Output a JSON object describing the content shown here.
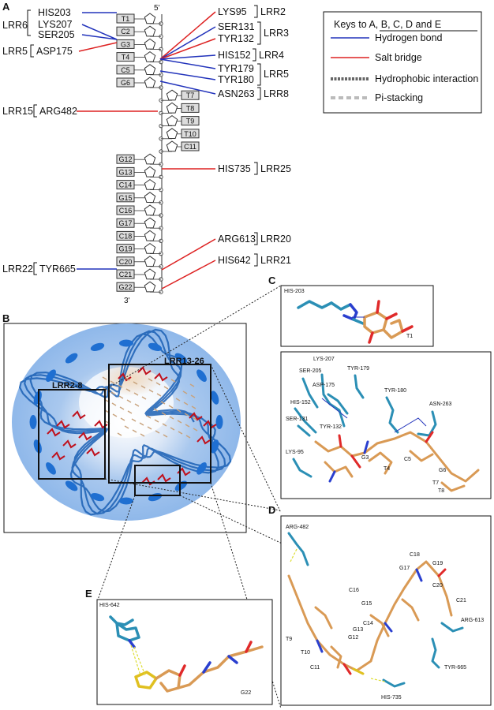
{
  "panels": {
    "a": "A",
    "b": "B",
    "c": "C",
    "d": "D",
    "e": "E"
  },
  "strand": {
    "five_prime": "5'",
    "three_prime": "3'",
    "nucleotides": [
      "T1",
      "C2",
      "G3",
      "T4",
      "C5",
      "G6",
      "T7",
      "T8",
      "T9",
      "T10",
      "C11",
      "G12",
      "G13",
      "C14",
      "G15",
      "C16",
      "G17",
      "C18",
      "G19",
      "C20",
      "C21",
      "G22"
    ]
  },
  "left_interactions": {
    "lrr6": "LRR6",
    "lrr6_residues": [
      "HIS203",
      "LYS207",
      "SER205"
    ],
    "lrr5": "LRR5",
    "asp175": "ASP175",
    "lrr15": "LRR15",
    "arg482": "ARG482",
    "lrr22": "LRR22",
    "tyr665": "TYR665"
  },
  "right_interactions": {
    "lys95": "LYS95",
    "lrr2": "LRR2",
    "ser131": "SER131",
    "tyr132": "TYR132",
    "lrr3": "LRR3",
    "his152": "HIS152",
    "lrr4": "LRR4",
    "tyr179": "TYR179",
    "tyr180": "TYR180",
    "lrr5": "LRR5",
    "asn263": "ASN263",
    "lrr8": "LRR8",
    "his735": "HIS735",
    "lrr25": "LRR25",
    "arg613": "ARG613",
    "lrr20": "LRR20",
    "his642": "HIS642",
    "lrr21": "LRR21"
  },
  "legend": {
    "title": "Keys to A, B, C, D and E",
    "items": [
      {
        "label": "Hydrogen bond",
        "color": "#2233bb"
      },
      {
        "label": "Salt bridge",
        "color": "#dd2222"
      },
      {
        "label": "Hydrophobic interaction",
        "color": "#666666"
      },
      {
        "label": "Pi-stacking",
        "color": "#bbbbbb"
      }
    ]
  },
  "panel_b": {
    "box1": "LRR2-8",
    "box2": "LRR13-26"
  },
  "panel_c": {
    "top": {
      "his": "HIS-203",
      "t1": "T1"
    },
    "bottom": [
      "LYS-207",
      "SER-205",
      "TYR-179",
      "ASP-175",
      "TYR-180",
      "HIS-152",
      "ASN-263",
      "SER-131",
      "TYR-132",
      "LYS-95",
      "G3",
      "T4",
      "C5",
      "G6",
      "T7",
      "T8"
    ]
  },
  "panel_d": [
    "ARG-482",
    "C18",
    "G19",
    "G17",
    "C20",
    "C16",
    "C21",
    "G15",
    "ARG-613",
    "C14",
    "G13",
    "G12",
    "T9",
    "T10",
    "C11",
    "TYR-665",
    "HIS-735"
  ],
  "panel_e": {
    "his": "HIS-642",
    "g22": "G22"
  }
}
